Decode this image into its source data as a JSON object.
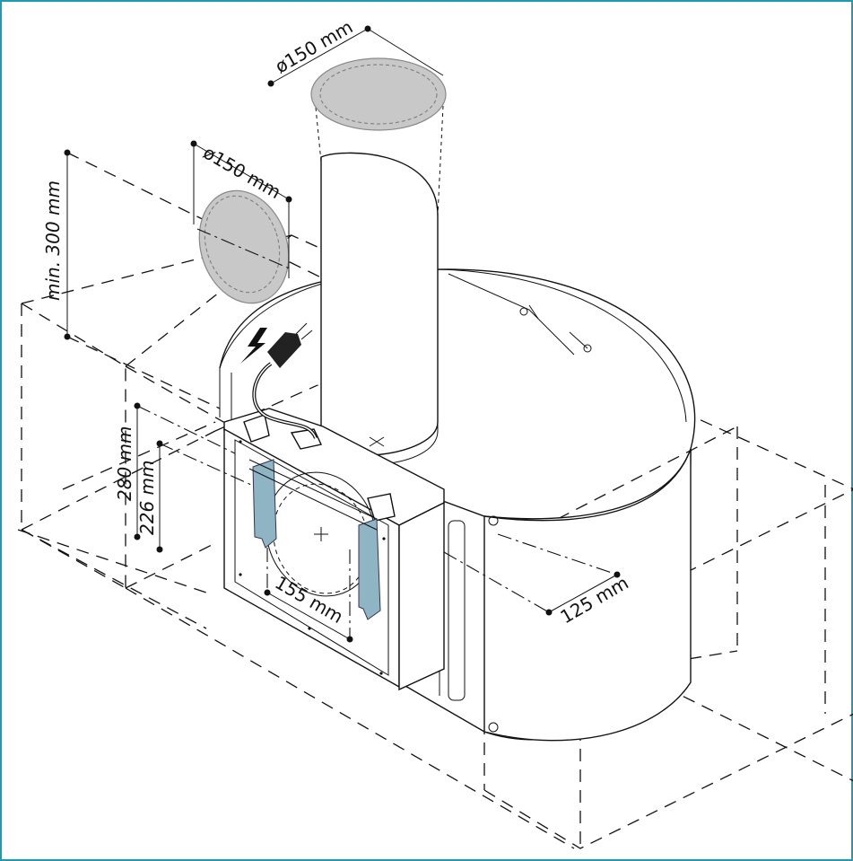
{
  "colors": {
    "frame_border": "#1f9bb0",
    "bracket_blue": "#8fb4c4",
    "duct_gray": "#c8c8c8",
    "line": "#111111"
  },
  "dimensions": {
    "top_duct_diameter": "ø150 mm",
    "side_duct_diameter": "ø150 mm",
    "min_height": "min. 300 mm",
    "height_280": "280 mm",
    "height_226": "226 mm",
    "width_155": "155 mm",
    "depth_125": "125 mm"
  },
  "icons": {
    "power": "lightning-bolt-icon",
    "plug": "power-plug-icon"
  }
}
